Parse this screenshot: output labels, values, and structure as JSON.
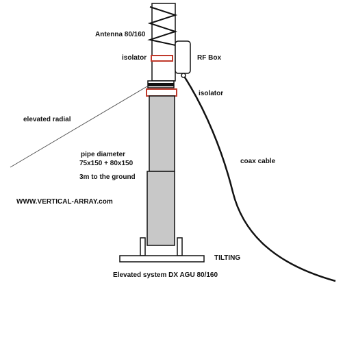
{
  "labels": {
    "antenna": "Antenna 80/160",
    "isolator_top": "isolator",
    "rf_box": "RF Box",
    "isolator_bottom": "isolator",
    "elevated_radial": "elevated radial",
    "pipe_diameter": "pipe diameter",
    "pipe_sizes": "75x150 + 80x150",
    "ground_height": "3m to the ground",
    "website": "WWW.VERTICAL-ARRAY.com",
    "coax_cable": "coax cable",
    "tilting": "TILTING",
    "system_title": "Elevated system DX AGU 80/160"
  },
  "colors": {
    "line": "#111111",
    "pipe_fill": "#c8c8c8",
    "isolator_red": "#c0392b",
    "background": "#ffffff"
  }
}
